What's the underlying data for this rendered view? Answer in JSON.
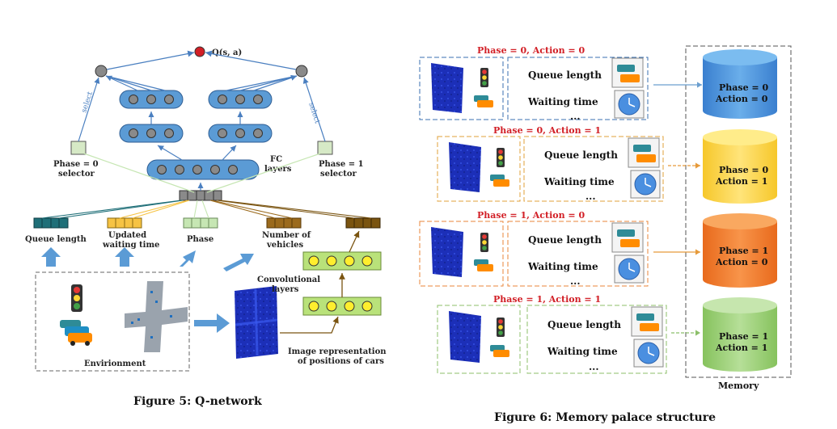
{
  "figure5": {
    "caption": "Figure 5: Q-network",
    "q_label": "Q(s, a)",
    "fc_label_1": "FC",
    "fc_label_2": "layers",
    "select_left": "select",
    "select_right": "select",
    "selector_left_1": "Phase = 0",
    "selector_left_2": "selector",
    "selector_right_1": "Phase = 1",
    "selector_right_2": "selector",
    "features": {
      "queue": "Queue length",
      "updated_1": "Updated",
      "updated_2": "waiting time",
      "phase": "Phase",
      "vehicles_1": "Number of",
      "vehicles_2": "vehicles"
    },
    "conv_1": "Convolutional",
    "conv_2": "layers",
    "environment": "Envirionment",
    "image_rep_1": "Image representation",
    "image_rep_2": "of positions of cars"
  },
  "figure6": {
    "caption": "Figure 6: Memory palace structure",
    "memory_label": "Memory",
    "rows": [
      {
        "title": "Phase = 0, Action = 0",
        "queue": "Queue length",
        "wait": "Waiting time",
        "dots": "...",
        "mem1": "Phase = 0",
        "mem2": "Action = 0",
        "color": "#4a90d9"
      },
      {
        "title": "Phase = 0, Action = 1",
        "queue": "Queue length",
        "wait": "Waiting time",
        "dots": "...",
        "mem1": "Phase = 0",
        "mem2": "Action = 1",
        "color": "#fbd54a"
      },
      {
        "title": "Phase = 1, Action = 0",
        "queue": "Queue length",
        "wait": "Waiting time",
        "dots": "...",
        "mem1": "Phase = 1",
        "mem2": "Action = 0",
        "color": "#f07b2c"
      },
      {
        "title": "Phase = 1, Action = 1",
        "queue": "Queue length",
        "wait": "Waiting time",
        "dots": "...",
        "mem1": "Phase = 1",
        "mem2": "Action = 1",
        "color": "#9fd07a"
      }
    ]
  },
  "colors": {
    "node_blue": "#5b9bd5",
    "arrow_blue": "#4a7fc0",
    "teal": "#1f6f78",
    "amber": "#f6c343",
    "light_green": "#c6e6b3",
    "brown": "#9b6a1c",
    "dark_brown": "#7a5410",
    "yellow_node": "#ffee2e",
    "conv_bg": "#b9e27a",
    "map_blue": "#1c2fb8"
  }
}
